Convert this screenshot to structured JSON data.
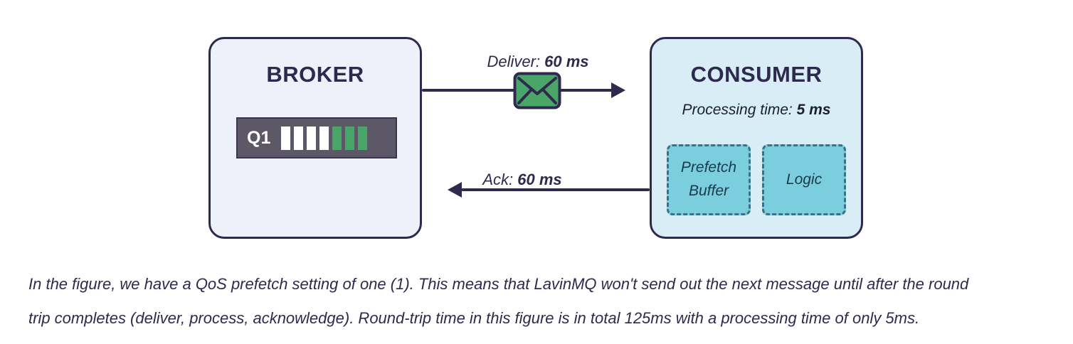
{
  "broker": {
    "title": "BROKER",
    "queue": {
      "label": "Q1",
      "bars": [
        "white",
        "white",
        "white",
        "white",
        "green",
        "green",
        "green"
      ]
    }
  },
  "consumer": {
    "title": "CONSUMER",
    "processing": {
      "label": "Processing time:",
      "value": "5 ms"
    },
    "prefetch_buffer": {
      "label": "Prefetch Buffer"
    },
    "logic": {
      "label": "Logic"
    }
  },
  "arrows": {
    "deliver": {
      "label": "Deliver:",
      "value": "60 ms"
    },
    "ack": {
      "label": "Ack:",
      "value": "60 ms"
    }
  },
  "caption": {
    "lines": [
      "In the figure, we have a QoS prefetch setting of one (1). This means that LavinMQ won't send out the next message until after the round",
      "trip completes (deliver, process, acknowledge). Round-trip time in this figure is in total 125ms with a processing time of only 5ms."
    ]
  },
  "colors": {
    "navy": "#2e2a4d",
    "broker_bg": "#eef0fa",
    "consumer_bg": "#d9edf7",
    "queue_bg": "#5d5868",
    "green": "#4aa568",
    "teal": "#7bcedd"
  }
}
